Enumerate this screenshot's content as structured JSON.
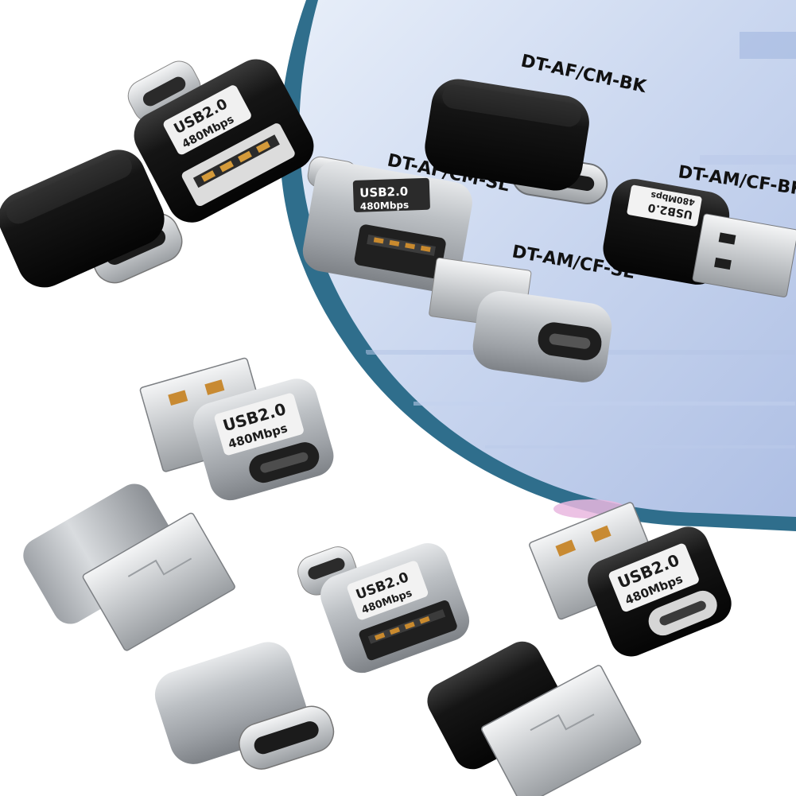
{
  "scene": {
    "background": "#ffffff",
    "accent_teal": "#2f6e8c",
    "backdrop_glass": "#cfdcf2",
    "metal_silver": "#b9bdc2",
    "body_black": "#111111"
  },
  "model_labels": {
    "af_cm_bk": "DT-AF/CM-BK",
    "af_cm_sl": "DT-AF/CM-SL",
    "am_cf_bk": "DT-AM/CF-BK",
    "am_cf_sl": "DT-AM/CF-SL"
  },
  "badge": {
    "line1": "USB2.0",
    "line2": "480Mbps"
  },
  "adapters": [
    {
      "id": "af-cm-black-front",
      "finish": "black",
      "type": "USB-A female to USB-C male"
    },
    {
      "id": "af-cm-black-back",
      "finish": "black",
      "type": "USB-A female to USB-C male"
    },
    {
      "id": "am-cf-silver-front",
      "finish": "silver",
      "type": "USB-A male to USB-C female"
    },
    {
      "id": "am-cf-silver-back",
      "finish": "silver",
      "type": "USB-A male to USB-C female"
    },
    {
      "id": "af-cm-silver-front",
      "finish": "silver",
      "type": "USB-A female to USB-C male"
    },
    {
      "id": "af-cm-silver-back",
      "finish": "silver",
      "type": "USB-A female to USB-C male"
    },
    {
      "id": "am-cf-black-front",
      "finish": "black",
      "type": "USB-A male to USB-C female"
    },
    {
      "id": "am-cf-black-back",
      "finish": "black",
      "type": "USB-A male to USB-C female"
    }
  ]
}
